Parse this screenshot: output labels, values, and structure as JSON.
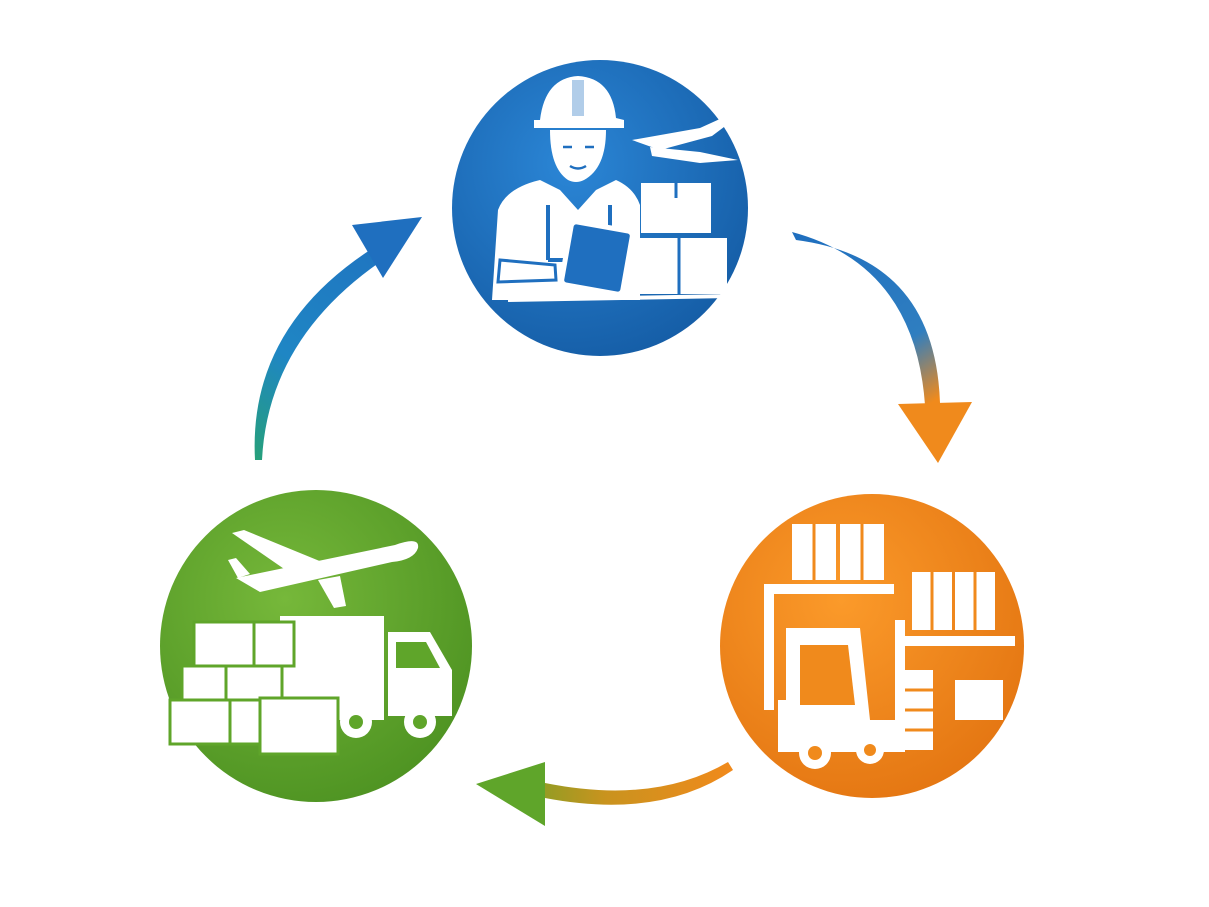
{
  "diagram": {
    "type": "cycle",
    "nodes": [
      {
        "id": "worker",
        "icon": "worker-with-tablet-icon",
        "color": "#1f6fbf"
      },
      {
        "id": "warehouse",
        "icon": "forklift-warehouse-icon",
        "color": "#f08a1c"
      },
      {
        "id": "transport",
        "icon": "truck-airplane-icon",
        "color": "#5fa52a"
      }
    ],
    "edges": [
      {
        "from": "worker",
        "to": "warehouse",
        "colors": [
          "#1f6fbf",
          "#f08a1c"
        ]
      },
      {
        "from": "warehouse",
        "to": "transport",
        "colors": [
          "#f08a1c",
          "#5fa52a"
        ]
      },
      {
        "from": "transport",
        "to": "worker",
        "colors": [
          "#5fa52a",
          "#1f6fbf"
        ]
      }
    ]
  }
}
